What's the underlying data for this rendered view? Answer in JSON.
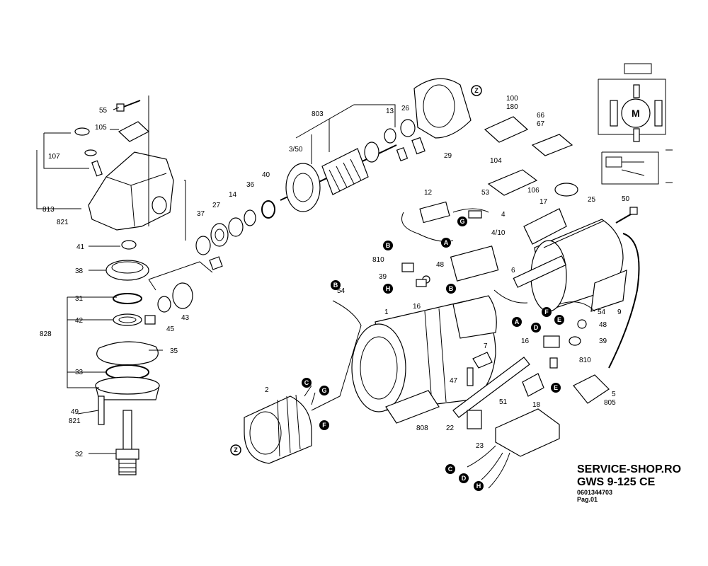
{
  "title_block": {
    "shop": "SERVICE-SHOP.RO",
    "model": "GWS 9-125 CE",
    "part_number": "0601344703",
    "page": "Pag.01"
  },
  "part_labels": {
    "p55": "55",
    "p105": "105",
    "p107": "107",
    "p813": "813",
    "p821a": "821",
    "p41": "41",
    "p38": "38",
    "p31": "31",
    "p42": "42",
    "p828": "828",
    "p35": "35",
    "p33": "33",
    "p49": "49",
    "p821b": "821",
    "p32": "32",
    "p45": "45",
    "p43": "43",
    "p37": "37",
    "p27": "27",
    "p14": "14",
    "p36": "36",
    "p40": "40",
    "p803": "803",
    "p350": "3/50",
    "p13": "13",
    "p26": "26",
    "p29": "29",
    "p100": "100",
    "p180": "180",
    "p66": "66",
    "p67": "67",
    "p104": "104",
    "p106": "106",
    "p25": "25",
    "p12": "12",
    "p53": "53",
    "p4": "4",
    "p410": "4/10",
    "p17": "17",
    "p50": "50",
    "p810a": "810",
    "p39a": "39",
    "p48a": "48",
    "p6": "6",
    "p54a": "54",
    "p16a": "16",
    "p1": "1",
    "p9": "9",
    "p54b": "54",
    "p48b": "48",
    "p16b": "16",
    "p39b": "39",
    "p810b": "810",
    "p7": "7",
    "p47": "47",
    "p18": "18",
    "p5": "5",
    "p805": "805",
    "p2": "2",
    "p808": "808",
    "p22": "22",
    "p51": "51",
    "p23": "23"
  },
  "connector_labels": {
    "z_top": "Z",
    "b1": "B",
    "a1": "A",
    "b2": "B",
    "h1": "H",
    "g1": "G",
    "b3": "B",
    "a2": "A",
    "f1": "F",
    "d1": "D",
    "e1": "E",
    "e2": "E",
    "c1": "C",
    "g2": "G",
    "f2": "F",
    "z2": "Z",
    "c2": "C",
    "d2": "D",
    "h2": "H"
  },
  "schematic": {
    "motor_symbol": "M"
  }
}
